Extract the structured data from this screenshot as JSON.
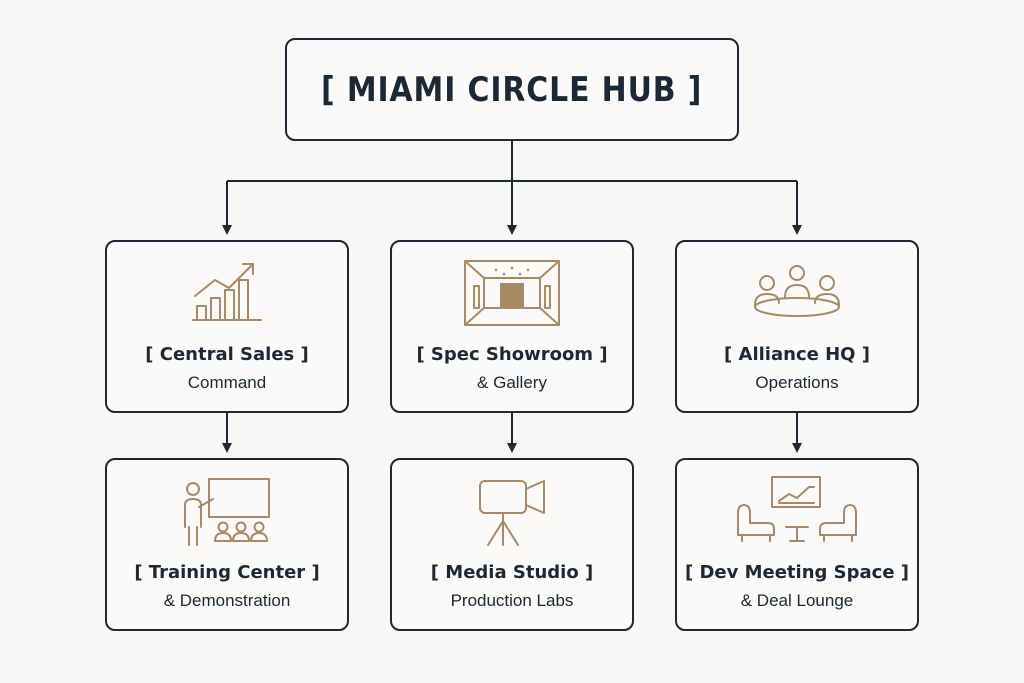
{
  "hub": {
    "title": "[ MIAMI CIRCLE HUB ]"
  },
  "nodes": [
    {
      "title": "[ Central Sales ]",
      "subtitle": "Command",
      "icon": "growth-chart-icon"
    },
    {
      "title": "[ Spec Showroom ]",
      "subtitle": "& Gallery",
      "icon": "showroom-icon"
    },
    {
      "title": "[ Alliance HQ ]",
      "subtitle": "Operations",
      "icon": "meeting-table-icon"
    },
    {
      "title": "[ Training Center ]",
      "subtitle": "& Demonstration",
      "icon": "presenter-icon"
    },
    {
      "title": "[ Media Studio ]",
      "subtitle": "Production Labs",
      "icon": "video-camera-icon"
    },
    {
      "title": "[ Dev Meeting Space ]",
      "subtitle": "& Deal Lounge",
      "icon": "lounge-icon"
    }
  ],
  "colors": {
    "line": "#1c2836",
    "icon": "#a88a66",
    "background": "#f8f7f5"
  }
}
